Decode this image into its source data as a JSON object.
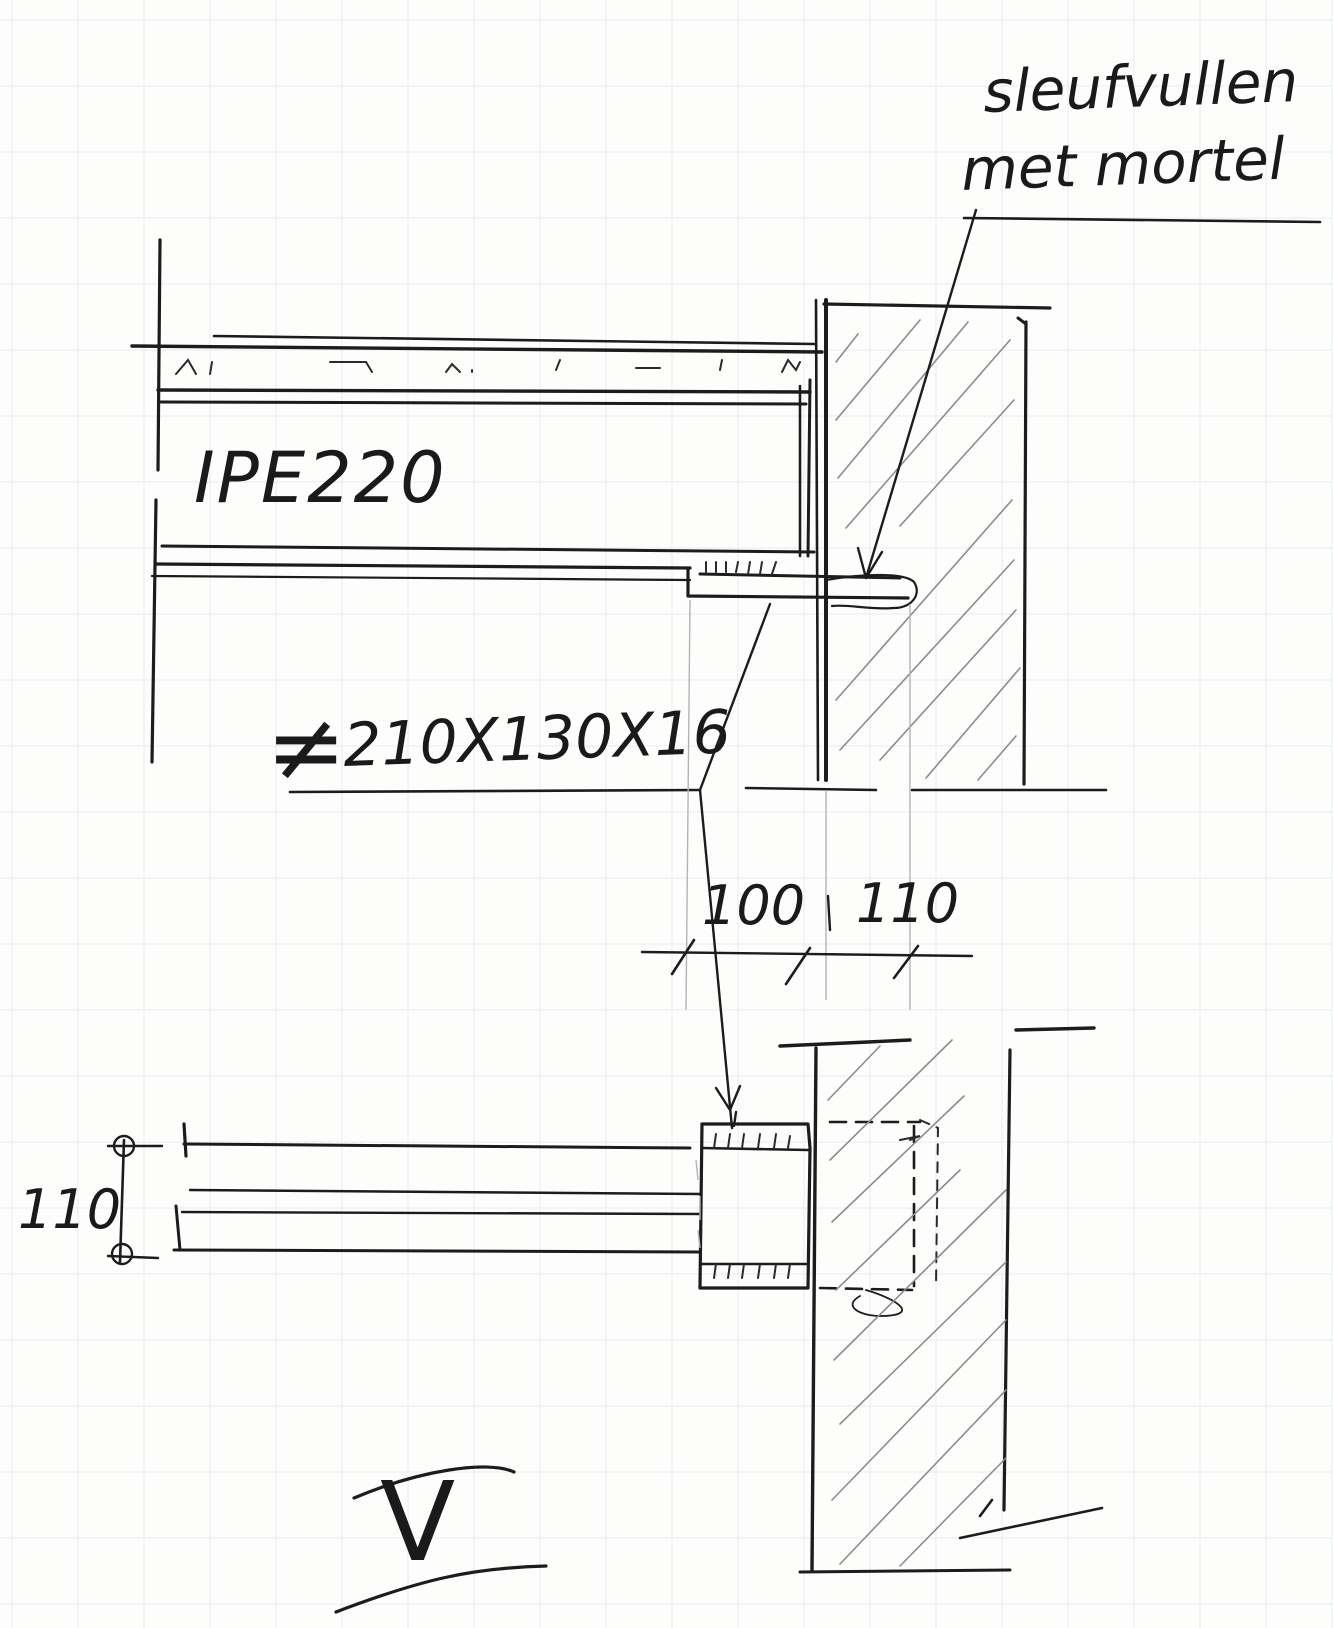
{
  "labels": {
    "note_line1": "sleufvullen",
    "note_line2": "met mortel",
    "beam_profile": "IPE220",
    "plate_symbol": "≠",
    "plate_size": "210X130X16",
    "dim_left": "100",
    "dim_right": "110",
    "dim_vertical": "110",
    "section_mark": "V"
  },
  "colors": {
    "paper": "#fdfdfb",
    "grid": "#e9ecef",
    "ink": "#1c1c1e",
    "hatch": "#8c8c90"
  }
}
